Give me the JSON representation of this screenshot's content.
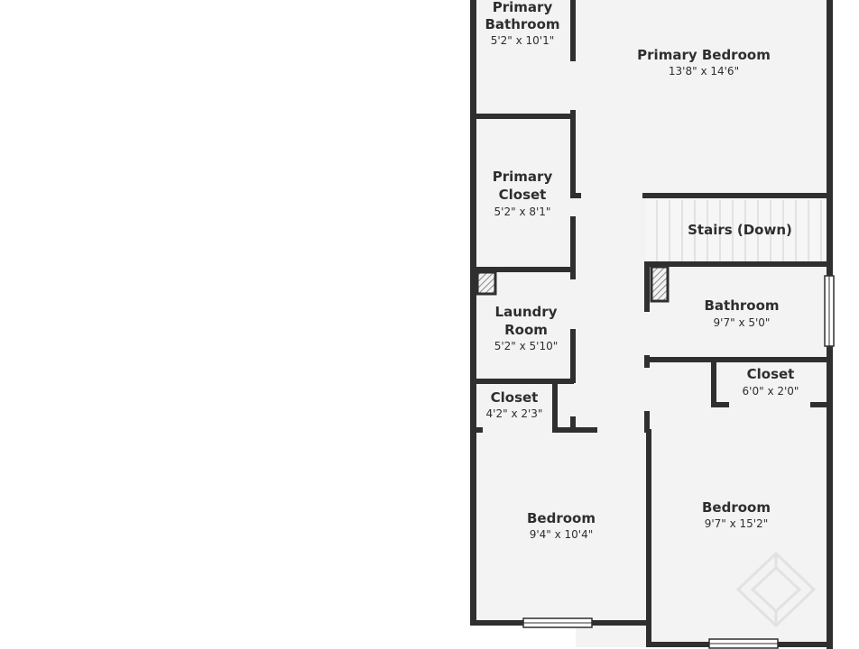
{
  "floor_plan": {
    "colors": {
      "background": "#ffffff",
      "floor": "#f3f3f3",
      "wall": "#2f2f2f",
      "window": "#ffffff",
      "hatch": "#8a8a8a",
      "label": "#2e2e2e",
      "watermark": "#e4e4e4"
    },
    "rooms": {
      "primary_bathroom": {
        "name_line1": "Primary",
        "name_line2": "Bathroom",
        "dims": "5'2\" x 10'1\""
      },
      "primary_bedroom": {
        "name": "Primary Bedroom",
        "dims": "13'8\" x 14'6\""
      },
      "primary_closet": {
        "name_line1": "Primary",
        "name_line2": "Closet",
        "dims": "5'2\" x 8'1\""
      },
      "stairs": {
        "name": "Stairs (Down)"
      },
      "laundry_room": {
        "name_line1": "Laundry",
        "name_line2": "Room",
        "dims": "5'2\" x 5'10\""
      },
      "bathroom": {
        "name": "Bathroom",
        "dims": "9'7\" x 5'0\""
      },
      "closet_left": {
        "name": "Closet",
        "dims": "4'2\" x 2'3\""
      },
      "closet_right": {
        "name": "Closet",
        "dims": "6'0\" x 2'0\""
      },
      "bedroom_left": {
        "name": "Bedroom",
        "dims": "9'4\" x 10'4\""
      },
      "bedroom_right": {
        "name": "Bedroom",
        "dims": "9'7\" x 15'2\""
      }
    },
    "watermark_icon": "diamond-logo-icon"
  }
}
